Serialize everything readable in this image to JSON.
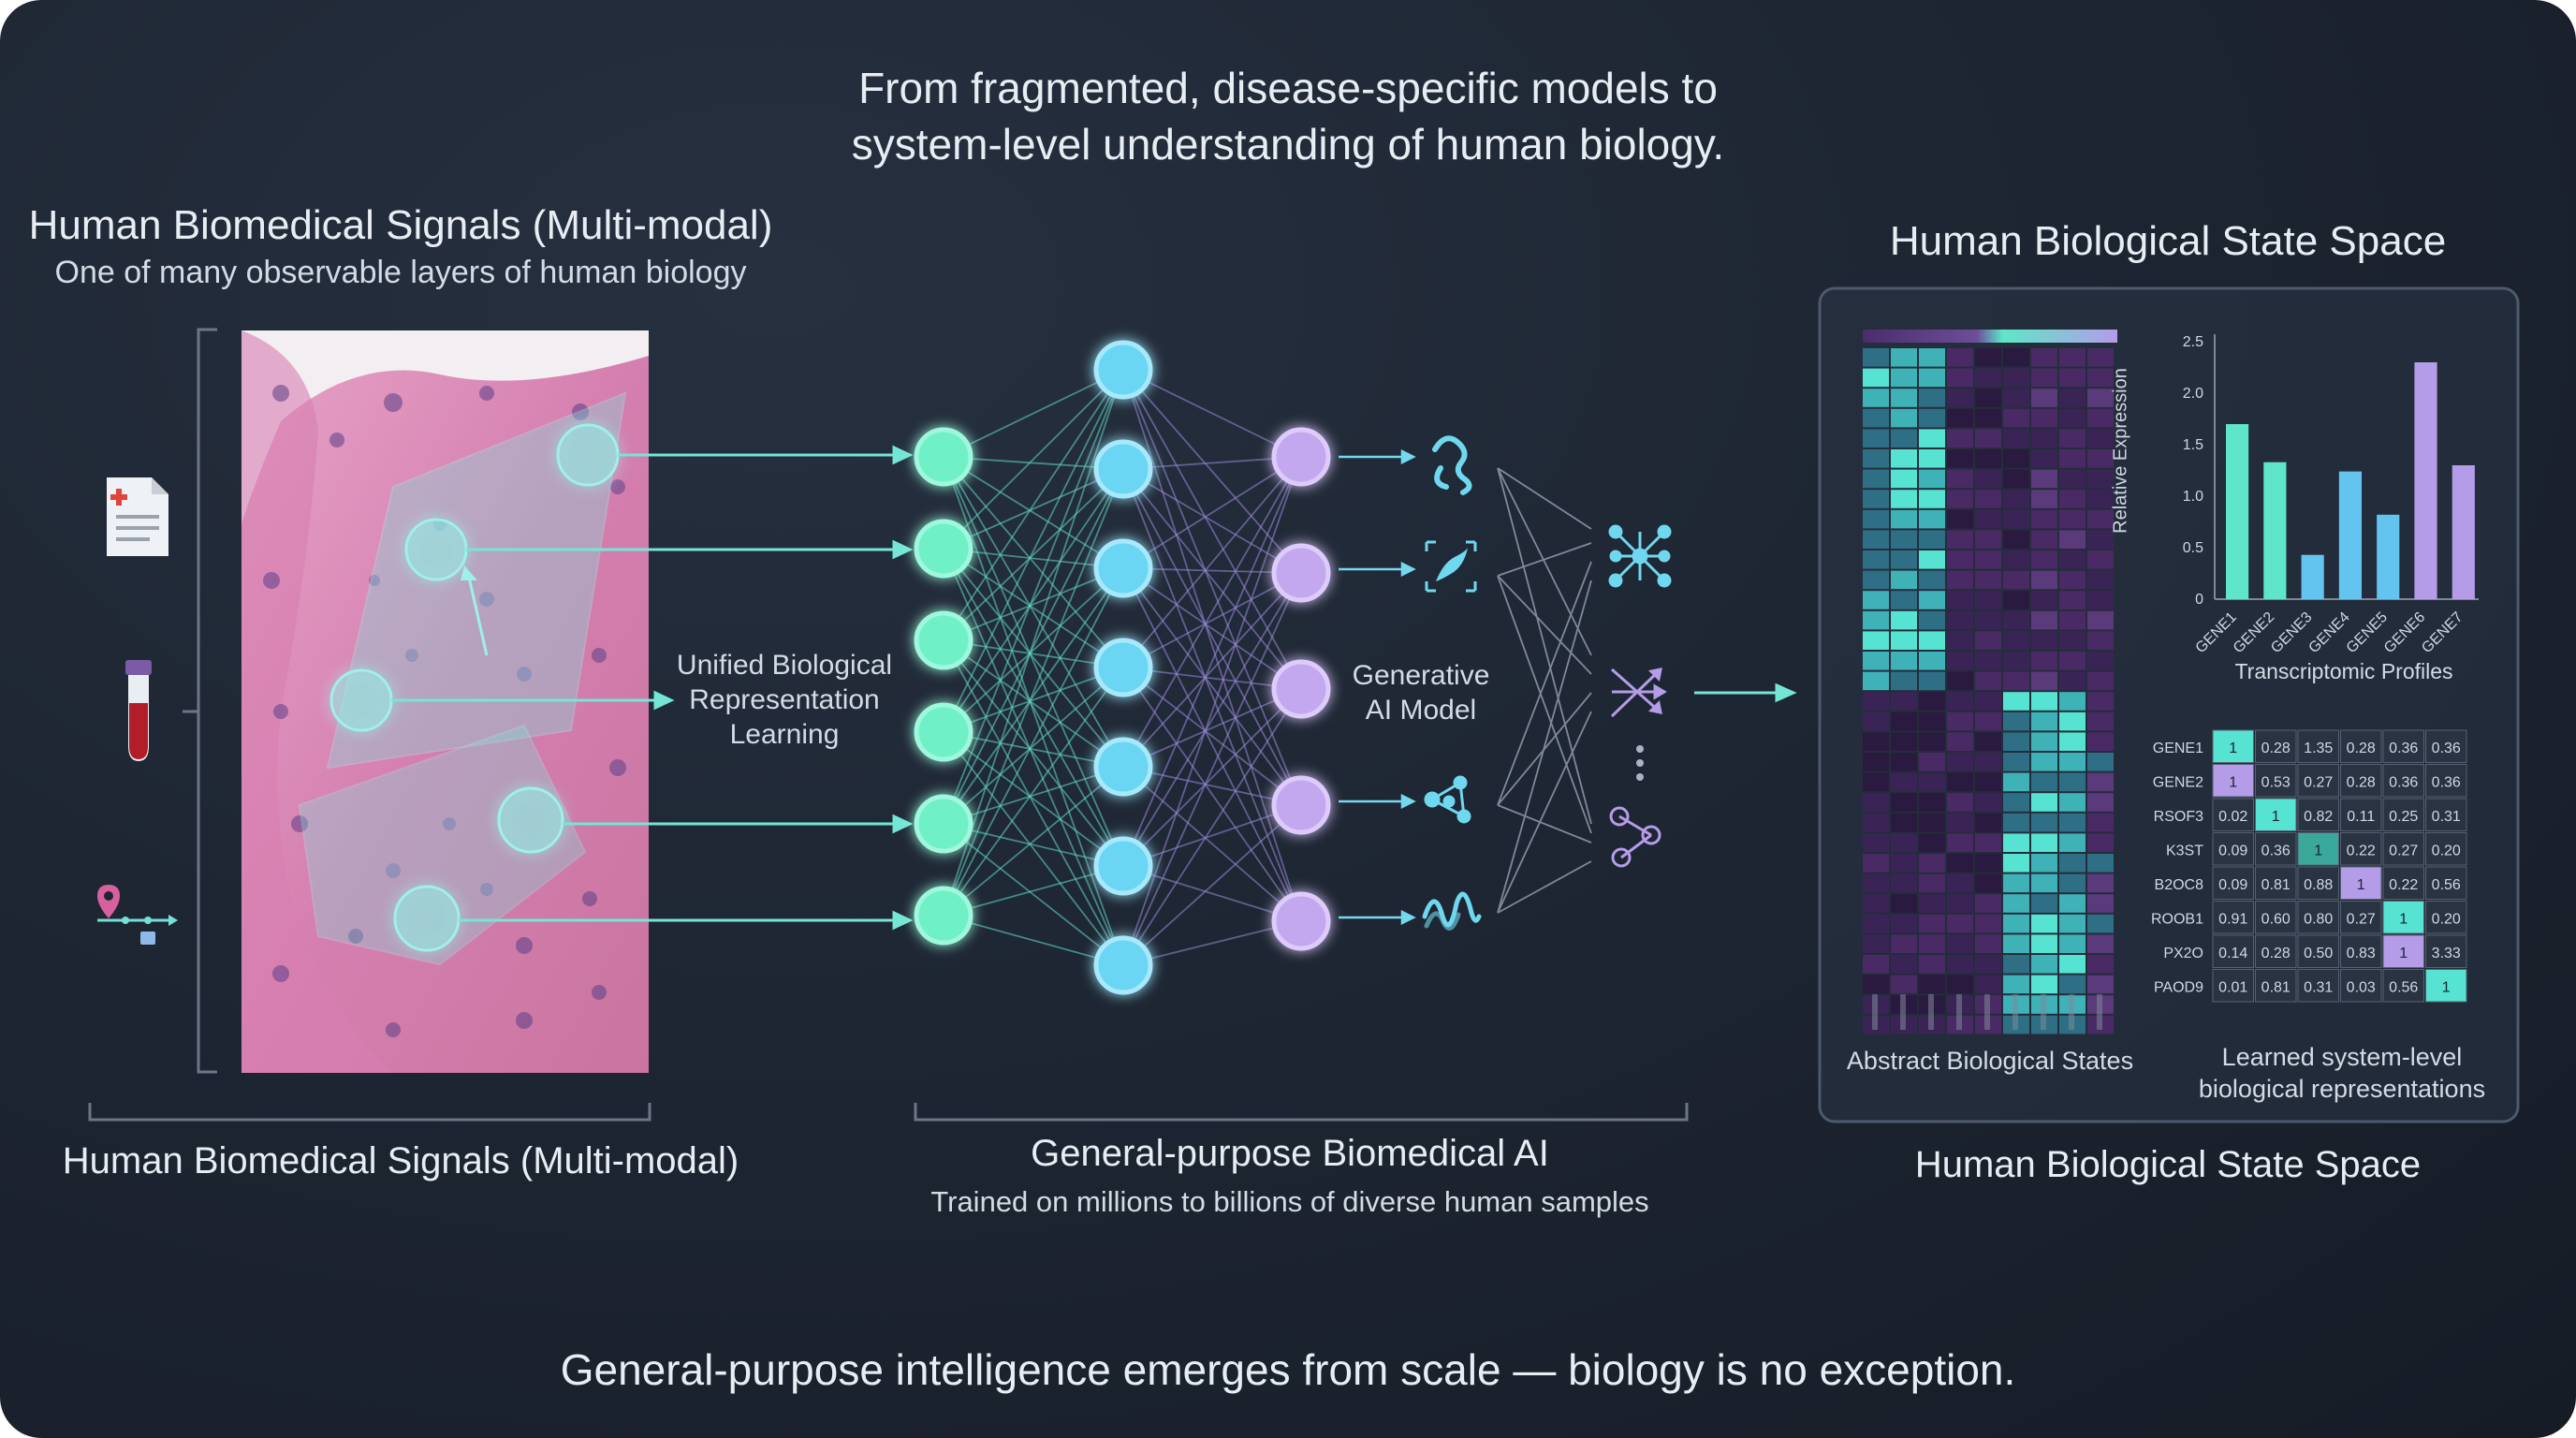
{
  "headline": {
    "line1": "From fragmented, disease-specific models to",
    "line2": "system-level understanding of human biology."
  },
  "left_panel": {
    "title": "Human Biomedical Signals (Multi-modal)",
    "subtitle": "One of many observable layers of human biology",
    "bottom_label": "Human Biomedical Signals (Multi-modal)",
    "input_icons": [
      "document-icon",
      "blood-tube-icon",
      "timeline-pin-icon"
    ]
  },
  "network": {
    "left_label": [
      "Unified Biological",
      "Representation",
      "Learning"
    ],
    "right_label": [
      "Generative",
      "AI Model"
    ],
    "bottom_title": "General-purpose Biomedical AI",
    "bottom_subtitle": "Trained on millions to billions of diverse human samples",
    "layers": [
      6,
      7,
      5
    ],
    "output_icons": [
      "protein-icon",
      "molecule-icon",
      "network-icon",
      "waveform-icon"
    ],
    "module_icons": [
      "node-network-icon",
      "arrows-icon",
      "graph-icon"
    ]
  },
  "right_panel": {
    "title": "Human Biological State Space",
    "bottom_label": "Human Biological State Space",
    "heatmap_caption": "Abstract Biological States",
    "matrix_caption": [
      "Learned system-level",
      "biological representations"
    ],
    "colors": {
      "teal": "#56e3d1",
      "purple": "#4a2a64",
      "lavender": "#b49ce8",
      "cyan": "#6cd3ef"
    }
  },
  "chart_data": [
    {
      "type": "bar",
      "title": "Transcriptomic Profiles",
      "ylabel": "Relative Expression",
      "ylim": [
        0,
        2.5
      ],
      "yticks": [
        "0",
        "0.5",
        "1.0",
        "1.5",
        "2.0",
        "2.5"
      ],
      "categories": [
        "GENE1",
        "GENE2",
        "GENE3",
        "GENE4",
        "GENE5",
        "GENE6",
        "GENE7"
      ],
      "values": [
        1.7,
        1.33,
        0.43,
        1.24,
        0.82,
        2.3,
        1.3
      ],
      "colors": [
        "#5fe6c8",
        "#5fe6c8",
        "#62c4ef",
        "#62c4ef",
        "#62c4ef",
        "#b49ce8",
        "#b49ce8"
      ]
    },
    {
      "type": "table",
      "row_labels": [
        "GENE1",
        "GENE2",
        "RSOF3",
        "K3ST",
        "B2OC8",
        "ROOB1",
        "PX2O",
        "PAOD9"
      ],
      "rows": [
        [
          "1",
          "0.28",
          "1.35",
          "0.28",
          "0.36",
          "0.36"
        ],
        [
          "1",
          "0.53",
          "0.27",
          "0.28",
          "0.36",
          "0.36"
        ],
        [
          "0.02",
          "1",
          "0.82",
          "0.11",
          "0.25",
          "0.31"
        ],
        [
          "0.09",
          "0.36",
          "1",
          "0.22",
          "0.27",
          "0.20"
        ],
        [
          "0.09",
          "0.81",
          "0.88",
          "1",
          "0.22",
          "0.56"
        ],
        [
          "0.91",
          "0.60",
          "0.80",
          "0.27",
          "1",
          "0.20"
        ],
        [
          "0.14",
          "0.28",
          "0.50",
          "0.83",
          "1",
          "3.33"
        ],
        [
          "0.01",
          "0.81",
          "0.31",
          "0.03",
          "0.56",
          "1"
        ]
      ]
    }
  ],
  "footer": "General-purpose intelligence emerges from scale — biology is no exception."
}
